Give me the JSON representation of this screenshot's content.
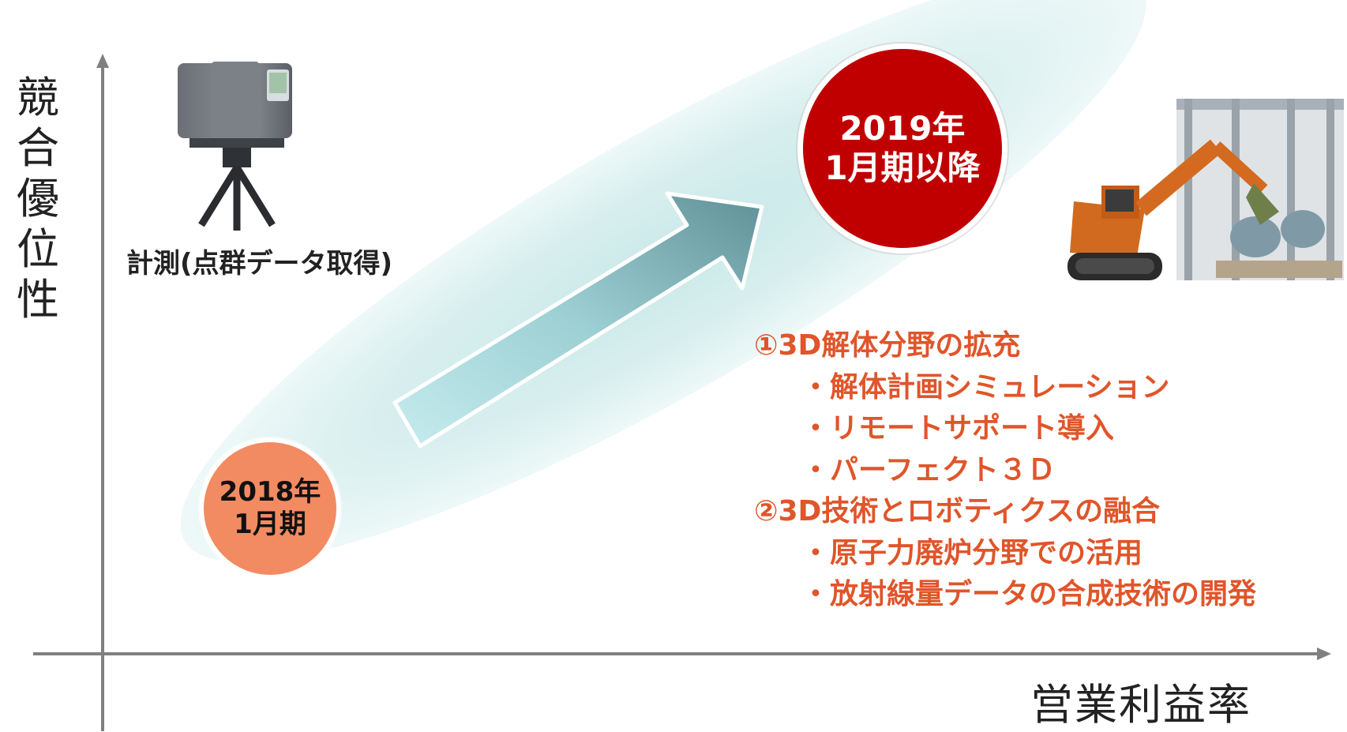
{
  "axes": {
    "y_label": "競合優位性",
    "x_label": "営業利益率"
  },
  "left_item": {
    "caption": "計測(点群データ取得)",
    "image": "laser-scanner-on-tripod"
  },
  "right_item": {
    "image": "excavator-demolition-3d-model"
  },
  "milestones": {
    "start": {
      "line1": "2018年",
      "line2": "1月期"
    },
    "end": {
      "line1": "2019年",
      "line2": "1月期以降"
    }
  },
  "initiatives": [
    {
      "text": "①3D解体分野の拡充",
      "level": 0
    },
    {
      "text": "・解体計画シミュレーション",
      "level": 1
    },
    {
      "text": "・リモートサポート導入",
      "level": 1
    },
    {
      "text": "・パーフェクト３Ｄ",
      "level": 1
    },
    {
      "text": "②3D技術とロボティクスの融合",
      "level": 0
    },
    {
      "text": "・原子力廃炉分野での活用",
      "level": 1
    },
    {
      "text": "・放射線量データの合成技術の開発",
      "level": 1
    }
  ],
  "colors": {
    "accent_text": "#e0552a",
    "start_circle": "#f28b62",
    "end_circle": "#c00000",
    "band": "#d6eeee",
    "arrow_light": "#bfe6e8",
    "arrow_dark": "#5f9097",
    "axis": "#808080"
  }
}
